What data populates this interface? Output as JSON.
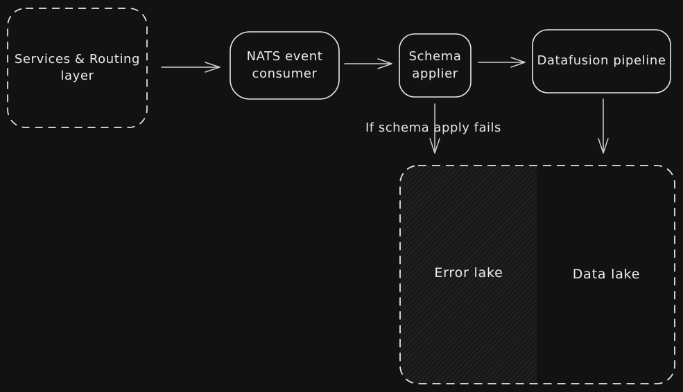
{
  "diagram": {
    "background_color": "#121212",
    "stroke_color": "#e8e8e8",
    "arrow_color": "#cfcfcf",
    "text_color": "#ececec",
    "nodes": {
      "services_routing": {
        "line1": "Services & Routing",
        "line2": "layer"
      },
      "nats_consumer": {
        "line1": "NATS event",
        "line2": "consumer"
      },
      "schema_applier": {
        "line1": "Schema",
        "line2": "applier"
      },
      "datafusion_pipeline": {
        "label": "Datafusion pipeline"
      },
      "error_lake": {
        "label": "Error lake"
      },
      "data_lake": {
        "label": "Data lake"
      }
    },
    "annotations": {
      "schema_fail": "If schema apply fails"
    }
  }
}
